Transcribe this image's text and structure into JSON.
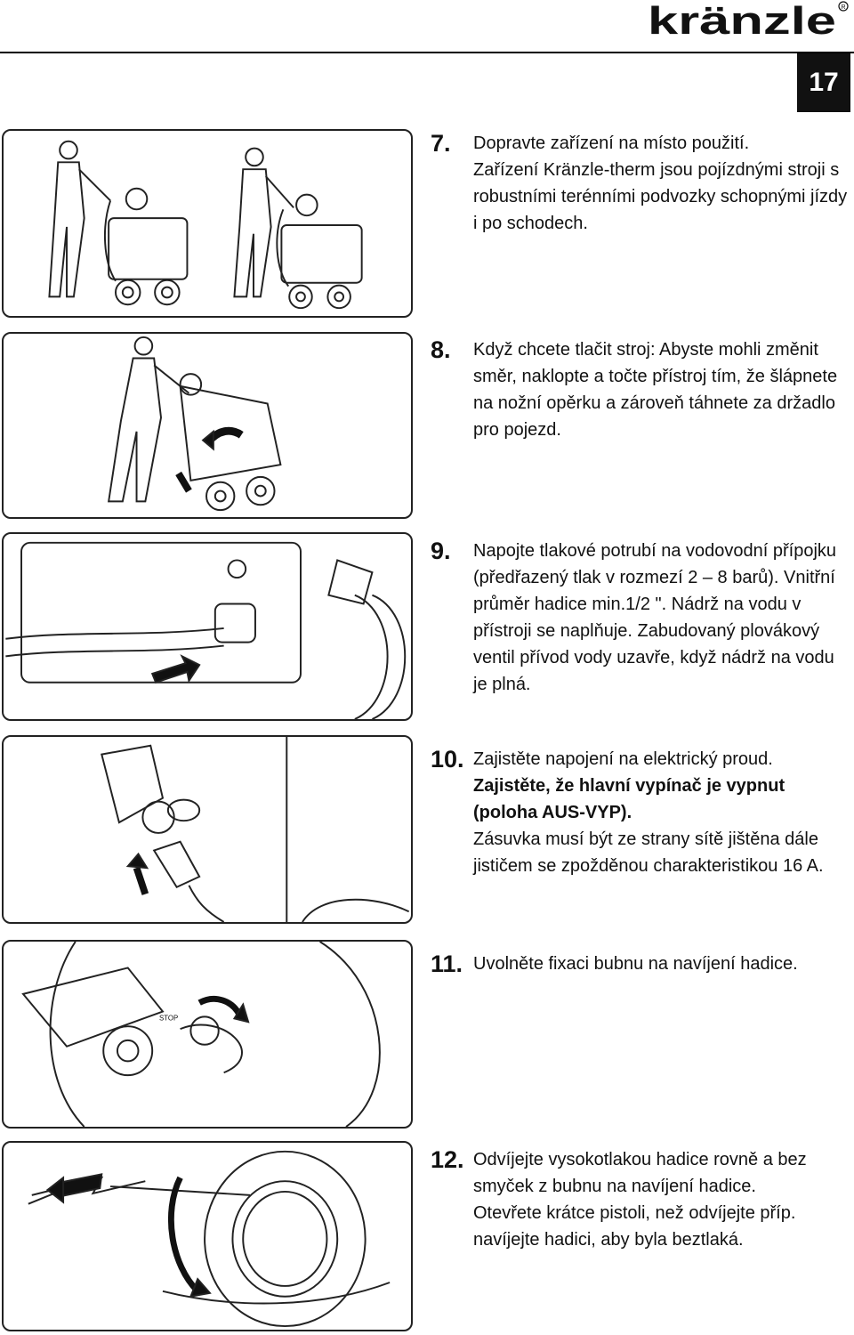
{
  "header": {
    "brand": "kränzle",
    "page_number": "17"
  },
  "steps": [
    {
      "number": "7.",
      "lines": [
        "Dopravte zařízení na místo použití.",
        "Zařízení Kränzle-therm jsou pojízdnými stroji s robustními terénními podvozky schopnými jízdy i po schodech."
      ]
    },
    {
      "number": "8.",
      "lines": [
        "Když chcete tlačit stroj: Abyste mohli změnit směr, naklopte a točte přístroj tím, že šlápnete na nožní opěrku a zároveň táhnete za držadlo pro pojezd."
      ]
    },
    {
      "number": "9.",
      "lines": [
        "Napojte tlakové potrubí na vodovodní přípojku (předřazený tlak v rozmezí 2 – 8 barů). Vnitřní průměr hadice min.1/2 \". Nádrž na vodu v přístroji se naplňuje. Zabudovaný plovákový ventil přívod vody uzavře, když nádrž na vodu je plná."
      ]
    },
    {
      "number": "10.",
      "lines": [
        "Zajistěte napojení na elektrický proud."
      ],
      "bold": "Zajistěte, že hlavní vypínač je vypnut (poloha AUS-VYP).",
      "after": "Zásuvka musí být ze strany sítě jištěna dále jističem se zpožděnou charakteristikou 16 A."
    },
    {
      "number": "11.",
      "lines": [
        "Uvolněte fixaci bubnu na navíjení hadice."
      ]
    },
    {
      "number": "12.",
      "lines": [
        "Odvíjejte vysokotlakou hadice rovně a bez smyček z bubnu na navíjení hadice.",
        "Otevřete krátce pistoli, než odvíjejte příp. navíjejte hadici, aby byla beztlaká."
      ]
    }
  ],
  "figures": {
    "stop_label": "STOP"
  }
}
